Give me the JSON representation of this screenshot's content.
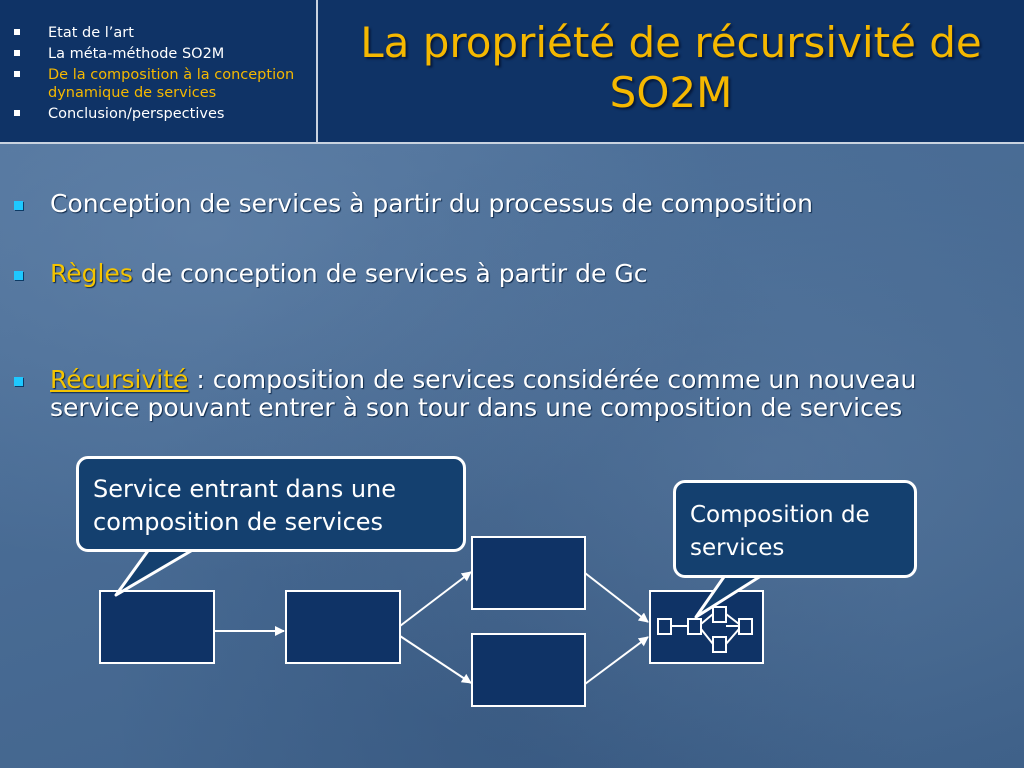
{
  "nav": {
    "items": [
      {
        "label": "Etat de l’art",
        "active": false
      },
      {
        "label": "La méta-méthode SO2M",
        "active": false
      },
      {
        "label": "De la composition à la conception dynamique de services",
        "active": true
      },
      {
        "label": "Conclusion/perspectives",
        "active": false
      }
    ]
  },
  "slide": {
    "title": "La propriété de récursivité de SO2M",
    "bullets": [
      {
        "highlight": "",
        "text": "Conception de services à partir du processus de composition"
      },
      {
        "highlight": "Règles",
        "text": " de conception de services à partir de Gc"
      },
      {
        "highlight": "Récursivité",
        "text": " : composition de services considérée comme un nouveau service pouvant entrer à son tour dans une composition de services"
      }
    ]
  },
  "diagram": {
    "callout_left": "Service entrant dans une composition de services",
    "callout_right": "Composition de services"
  },
  "colors": {
    "accent": "#f5b800",
    "header_bg": "#0f3366",
    "bullet": "#1ec8ff",
    "box_fill": "#0f3366"
  }
}
